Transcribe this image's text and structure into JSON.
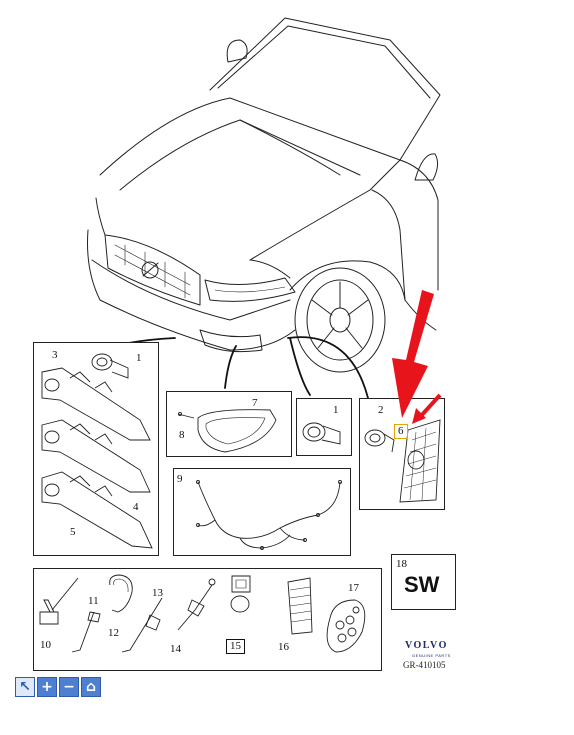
{
  "callouts": {
    "c1a": "1",
    "c1b": "1",
    "c2": "2",
    "c3": "3",
    "c4": "4",
    "c5": "5",
    "c6": "6",
    "c7": "7",
    "c8": "8",
    "c9": "9",
    "c10": "10",
    "c11": "11",
    "c12": "12",
    "c13": "13",
    "c14": "14",
    "c15": "15",
    "c16": "16",
    "c17": "17",
    "c18": "18"
  },
  "sw_label": "SW",
  "brand": {
    "name": "VOLVO",
    "sub": "GENUINE PARTS",
    "code": "GR-410105"
  },
  "colors": {
    "highlight_arrow": "#e8141c",
    "line": "#222222",
    "toolbar": "#4f7fd0"
  },
  "toolbar": {
    "pointer_icon": "pointer-icon",
    "zoom_in_icon": "plus-icon",
    "zoom_out_icon": "minus-icon",
    "home_icon": "home-icon"
  }
}
